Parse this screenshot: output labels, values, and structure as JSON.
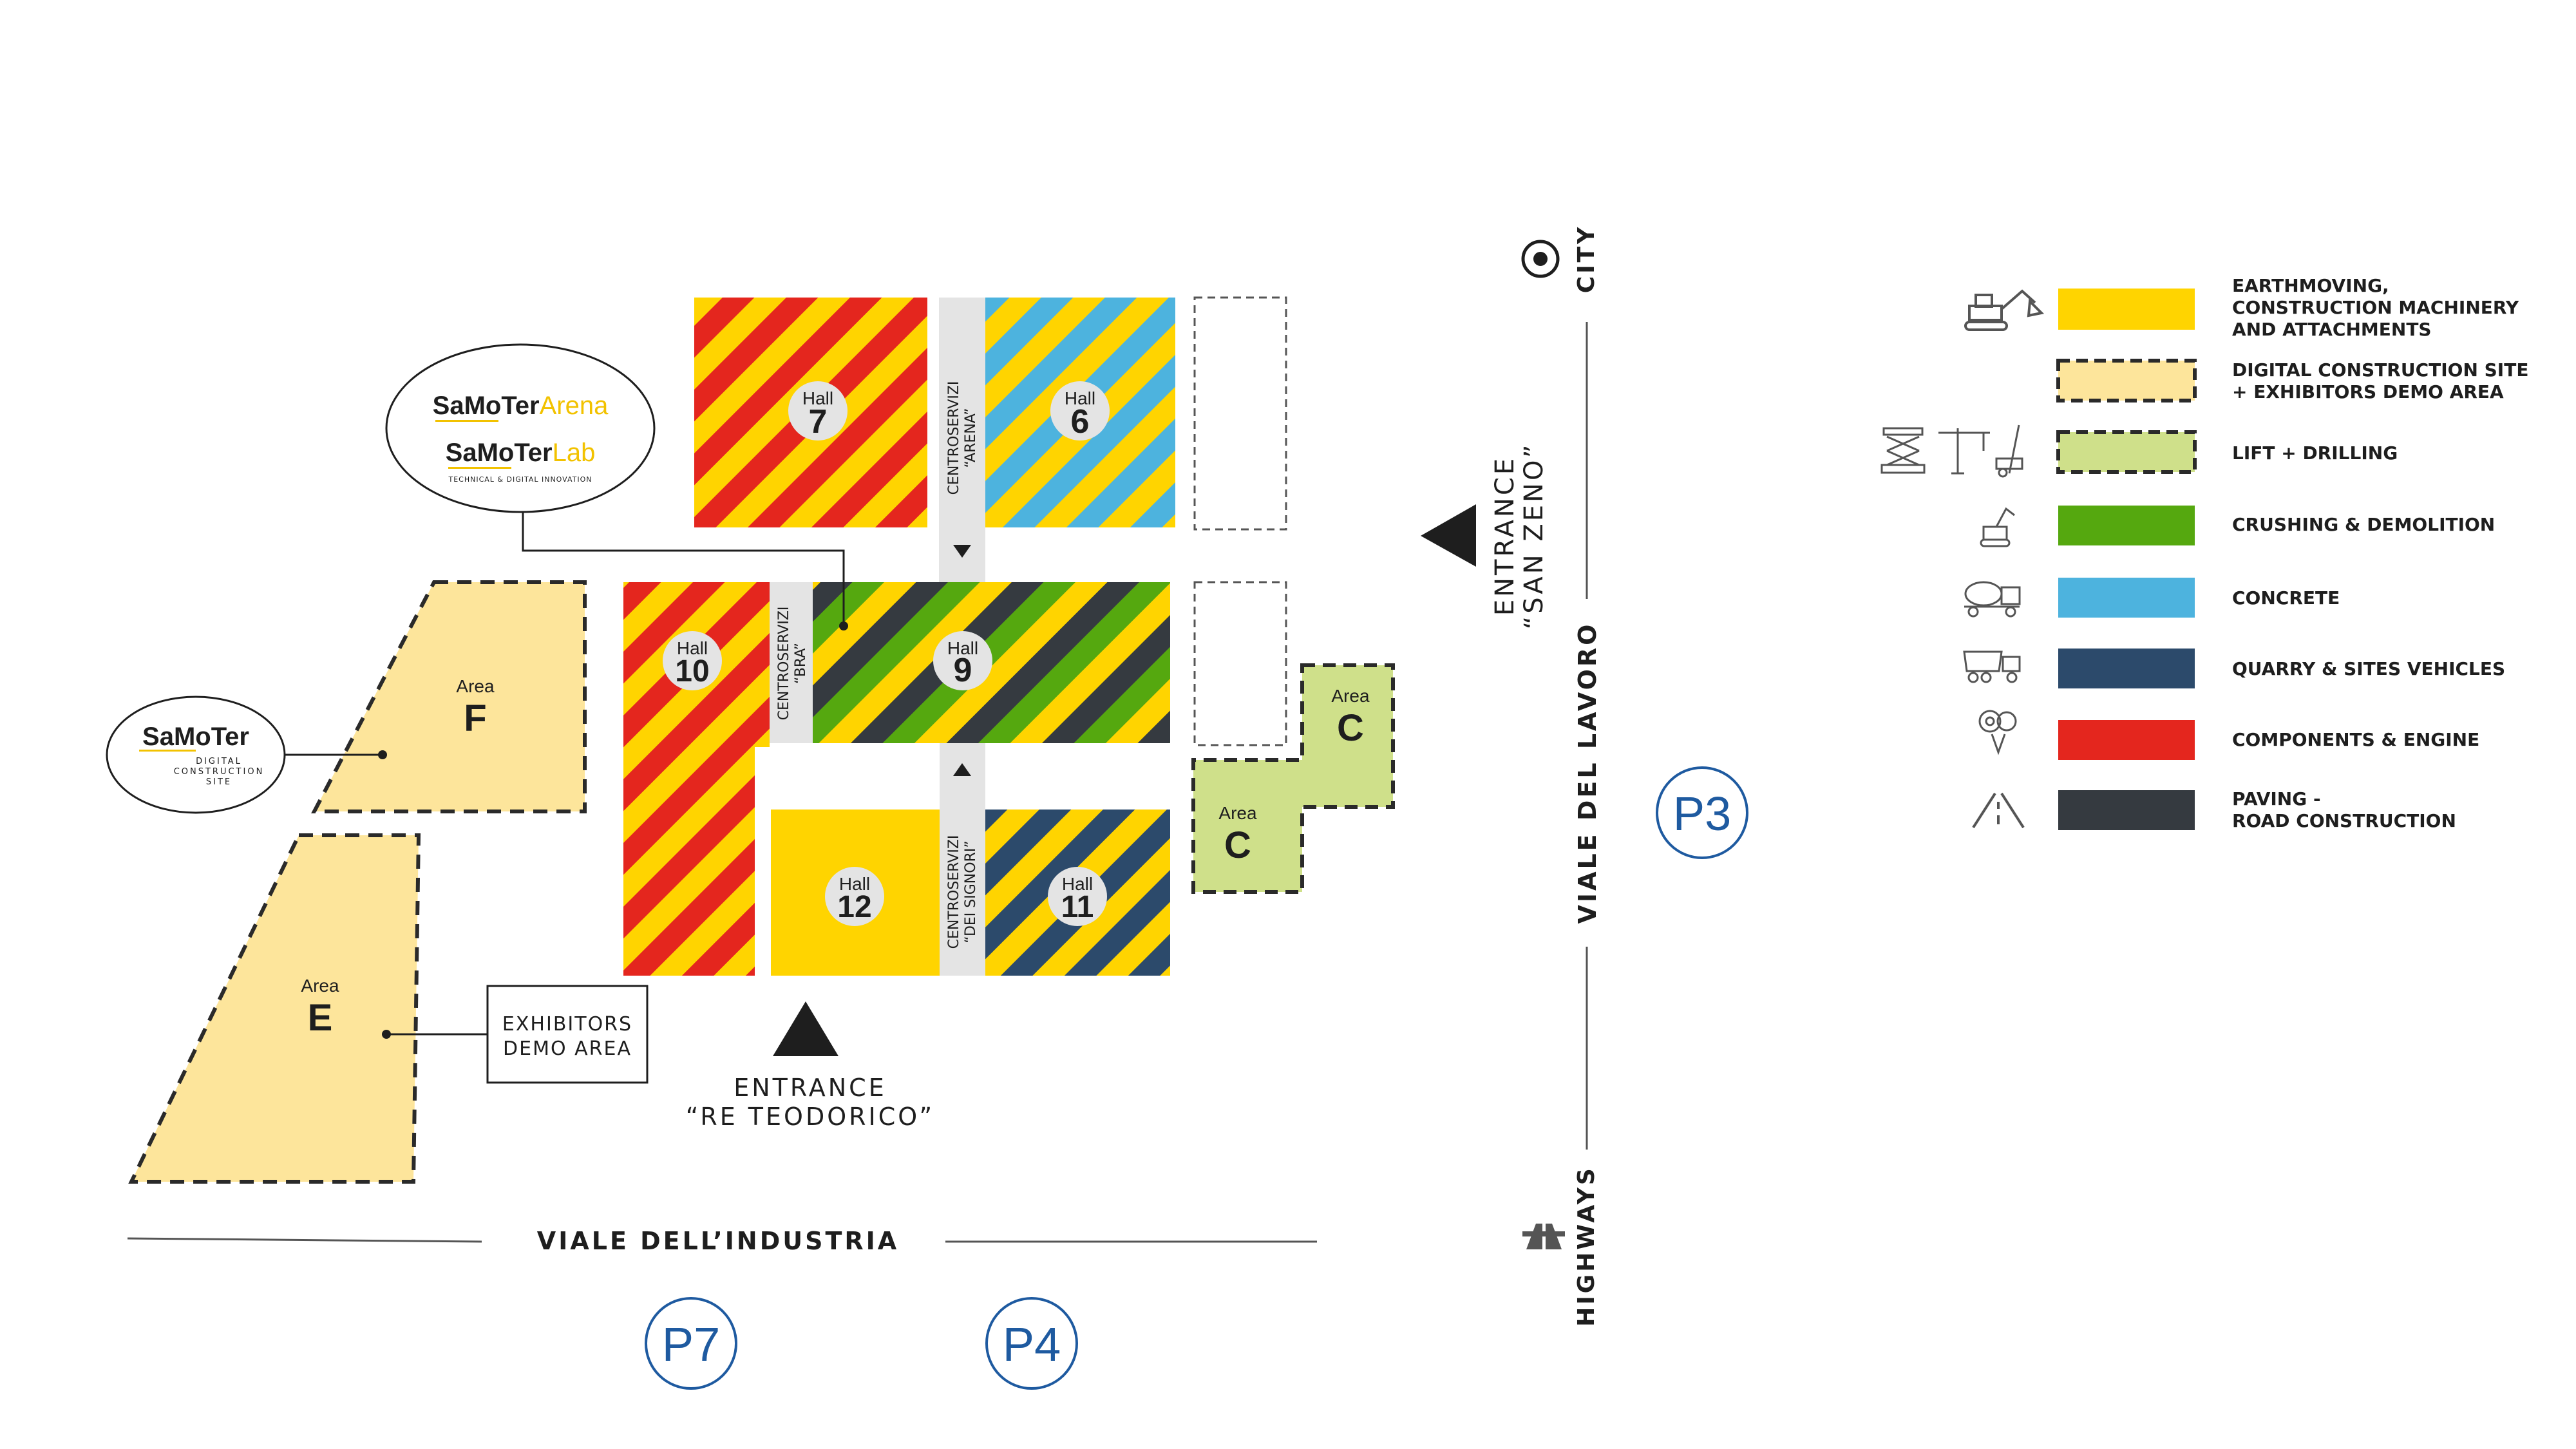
{
  "colors": {
    "earthmoving": "#ffd400",
    "digital_site": "#fde59b",
    "lift_drilling": "#cfe08a",
    "crushing": "#55a80f",
    "concrete": "#4db3de",
    "quarry": "#2c4a6b",
    "components": "#e4261e",
    "paving": "#353a40",
    "centroservizi": "#e4e4e4",
    "parking": "#1e5aa0",
    "ink": "#1e1e1e"
  },
  "halls": [
    {
      "id": "7",
      "word": "Hall",
      "number": "7",
      "stripes": [
        "components",
        "earthmoving"
      ]
    },
    {
      "id": "6",
      "word": "Hall",
      "number": "6",
      "stripes": [
        "concrete",
        "earthmoving"
      ]
    },
    {
      "id": "10",
      "word": "Hall",
      "number": "10",
      "stripes": [
        "components",
        "earthmoving"
      ]
    },
    {
      "id": "9",
      "word": "Hall",
      "number": "9",
      "stripes": [
        "crushing",
        "earthmoving",
        "paving"
      ]
    },
    {
      "id": "12",
      "word": "Hall",
      "number": "12",
      "stripes": [
        "earthmoving"
      ]
    },
    {
      "id": "11",
      "word": "Hall",
      "number": "11",
      "stripes": [
        "quarry",
        "earthmoving"
      ]
    }
  ],
  "areas": [
    {
      "id": "F",
      "word": "Area",
      "letter": "F"
    },
    {
      "id": "E",
      "word": "Area",
      "letter": "E"
    },
    {
      "id": "C1",
      "word": "Area",
      "letter": "C"
    },
    {
      "id": "C2",
      "word": "Area",
      "letter": "C"
    }
  ],
  "centroservizi": [
    {
      "id": "arena",
      "line1": "CENTROSERVIZI",
      "line2": "“ARENA”"
    },
    {
      "id": "bra",
      "line1": "CENTROSERVIZI",
      "line2": "“BRA”"
    },
    {
      "id": "signori",
      "line1": "CENTROSERVIZI",
      "line2": "“DEI SIGNORI”"
    }
  ],
  "callouts": {
    "arena_brand": "SaMoTer",
    "arena_suffix": "Arena",
    "lab_brand": "SaMoTer",
    "lab_suffix": "Lab",
    "lab_tagline": "TECHNICAL & DIGITAL INNOVATION",
    "digital_brand": "SaMoTer",
    "digital_line1": "DIGITAL",
    "digital_line2": "CONSTRUCTION",
    "digital_line3": "SITE",
    "exhibitors_line1": "EXHIBITORS",
    "exhibitors_line2": "DEMO AREA"
  },
  "entrances": {
    "re_teodorico_line1": "ENTRANCE",
    "re_teodorico_line2": "“RE TEODORICO”",
    "san_zeno_line1": "ENTRANCE",
    "san_zeno_line2": "“SAN ZENO”"
  },
  "roads": {
    "industria": "VIALE DELL’INDUSTRIA",
    "lavoro": "VIALE DEL LAVORO",
    "city": "CITY",
    "highways": "HIGHWAYS"
  },
  "parking": [
    "P7",
    "P4",
    "P3"
  ],
  "legend": [
    {
      "color": "earthmoving",
      "dashed": false,
      "lines": [
        "EARTHMOVING,",
        "CONSTRUCTION MACHINERY",
        "AND ATTACHMENTS"
      ],
      "icons": [
        "excavator-icon"
      ]
    },
    {
      "color": "digital_site",
      "dashed": true,
      "lines": [
        "DIGITAL CONSTRUCTION SITE",
        "+ EXHIBITORS DEMO AREA"
      ],
      "icons": []
    },
    {
      "color": "lift_drilling",
      "dashed": true,
      "lines": [
        "LIFT + DRILLING"
      ],
      "icons": [
        "scissor-lift-icon",
        "tower-crane-icon",
        "drilling-rig-icon"
      ]
    },
    {
      "color": "crushing",
      "dashed": false,
      "lines": [
        "CRUSHING & DEMOLITION"
      ],
      "icons": [
        "demolition-machine-icon"
      ]
    },
    {
      "color": "concrete",
      "dashed": false,
      "lines": [
        "CONCRETE"
      ],
      "icons": [
        "concrete-mixer-truck-icon"
      ]
    },
    {
      "color": "quarry",
      "dashed": false,
      "lines": [
        "QUARRY & SITES VEHICLES"
      ],
      "icons": [
        "dump-truck-icon"
      ]
    },
    {
      "color": "components",
      "dashed": false,
      "lines": [
        "COMPONENTS & ENGINE"
      ],
      "icons": [
        "components-icon"
      ]
    },
    {
      "color": "paving",
      "dashed": false,
      "lines": [
        "PAVING -",
        "ROAD CONSTRUCTION"
      ],
      "icons": [
        "road-icon"
      ]
    }
  ]
}
